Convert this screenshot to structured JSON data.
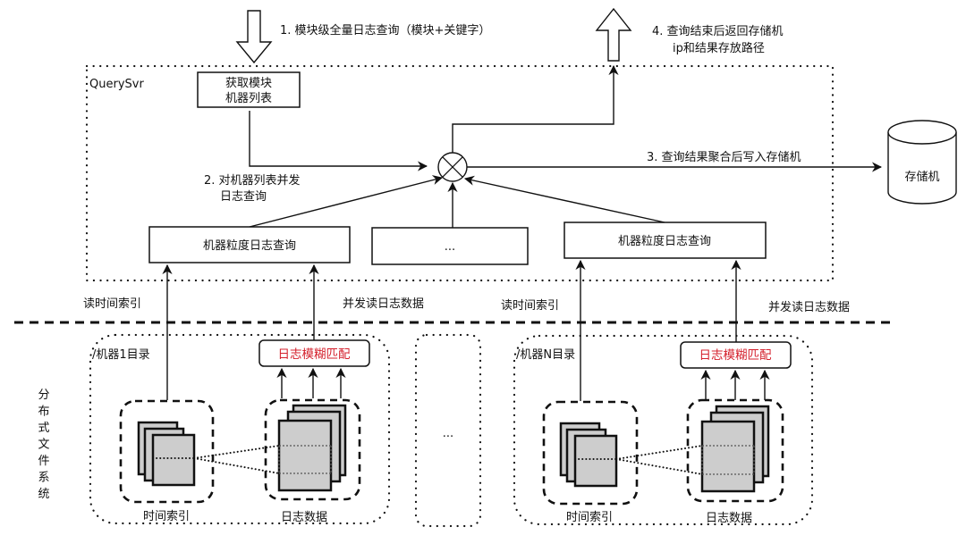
{
  "title": "模块级全量日志查询架构",
  "steps": {
    "step1": "1. 模块级全量日志查询（模块+关键字）",
    "step2_line1": "2. 对机器列表并发",
    "step2_line2": "日志查询",
    "step3": "3. 查询结果聚合后写入存储机",
    "step4_line1": "4. 查询结束后返回存储机",
    "step4_line2": "ip和结果存放路径"
  },
  "querysvr": {
    "label": "QuerySvr",
    "get_machines_line1": "获取模块",
    "get_machines_line2": "机器列表",
    "machine_query_left": "机器粒度日志查询",
    "machine_query_middle": "...",
    "machine_query_right": "机器粒度日志查询"
  },
  "storage": {
    "label": "存储机"
  },
  "reads": {
    "read_time_index_left": "读时间索引",
    "read_log_data_left": "并发读日志数据",
    "read_time_index_right": "读时间索引",
    "read_log_data_right": "并发读日志数据"
  },
  "dfs": {
    "label_chars": [
      "分",
      "布",
      "式",
      "文",
      "件",
      "系",
      "统"
    ],
    "machine1": {
      "dir_label": "/机器1目录",
      "fuzzy_match": "日志模糊匹配",
      "time_index": "时间索引",
      "log_data": "日志数据"
    },
    "middle": "...",
    "machineN": {
      "dir_label": "/机器N目录",
      "fuzzy_match": "日志模糊匹配",
      "time_index": "时间索引",
      "log_data": "日志数据"
    }
  },
  "colors": {
    "line": "#111111",
    "page_fill": "#cdcdcd",
    "fuzzy_match_text": "#d4202c"
  }
}
